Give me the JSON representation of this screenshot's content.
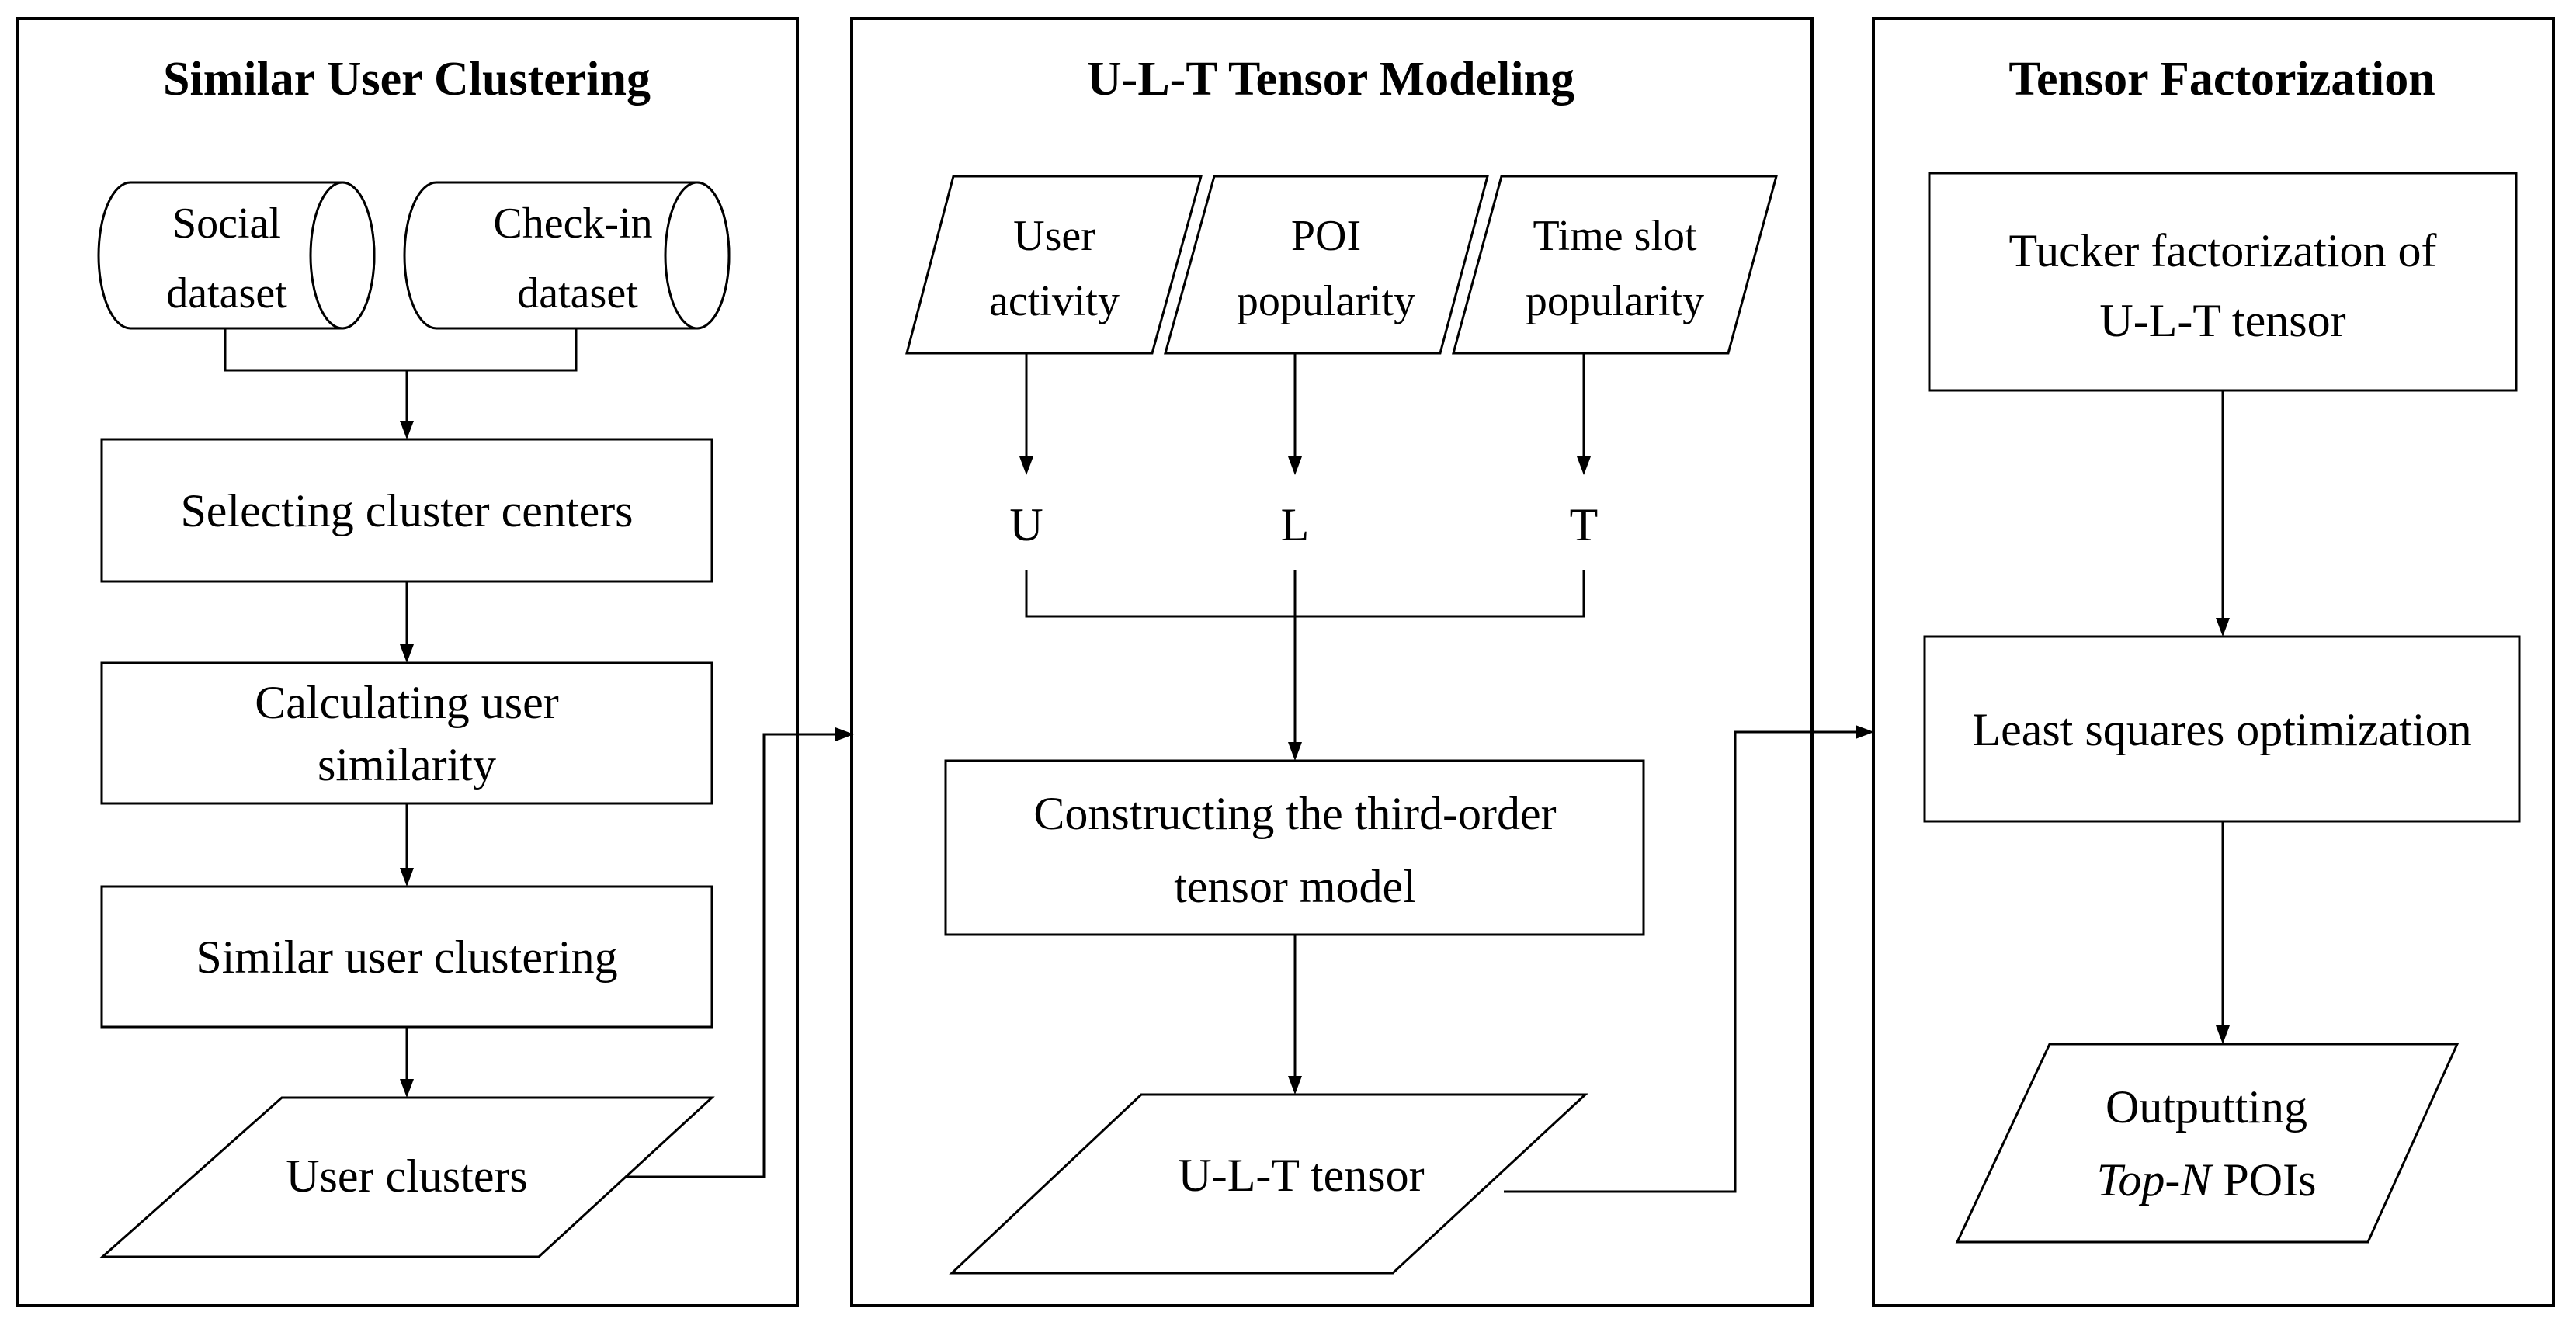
{
  "panels": {
    "clustering": {
      "title": "Similar User Clustering",
      "social_line1": "Social",
      "social_line2": "dataset",
      "checkin_line1": "Check-in",
      "checkin_line2": "dataset",
      "select_centers": "Selecting cluster centers",
      "calc_line1": "Calculating user",
      "calc_line2": "similarity",
      "similar_clustering": "Similar user clustering",
      "user_clusters": "User clusters"
    },
    "modeling": {
      "title": "U-L-T Tensor Modeling",
      "user_activity_line1": "User",
      "user_activity_line2": "activity",
      "poi_line1": "POI",
      "poi_line2": "popularity",
      "time_line1": "Time slot",
      "time_line2": "popularity",
      "u": "U",
      "l": "L",
      "t": "T",
      "construct_line1": "Constructing the third-order",
      "construct_line2": "tensor model",
      "ult_tensor": "U-L-T tensor"
    },
    "factorization": {
      "title": "Tensor Factorization",
      "tucker_line1": "Tucker factorization of",
      "tucker_line2": "U-L-T tensor",
      "least_squares": "Least squares optimization",
      "output_line1": "Outputting",
      "output_topn": "Top-N",
      "output_pois": " POIs"
    }
  }
}
